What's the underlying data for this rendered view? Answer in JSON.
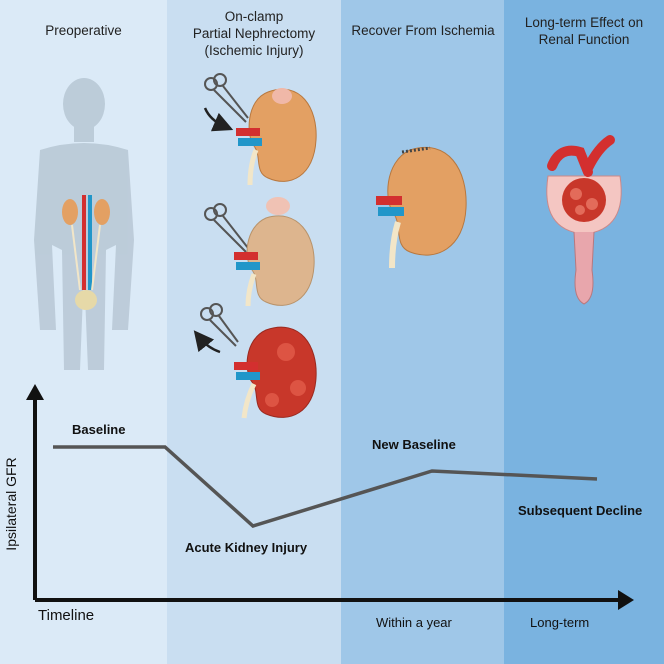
{
  "stages": [
    {
      "lines": [
        "Preoperative"
      ]
    },
    {
      "lines": [
        "On-clamp",
        "Partial Nephrectomy",
        "(Ischemic Injury)"
      ]
    },
    {
      "lines": [
        "Recover From Ischemia"
      ]
    },
    {
      "lines": [
        "Long-term Effect on",
        "Renal Function"
      ]
    }
  ],
  "curve_labels": {
    "baseline": "Baseline",
    "acute": "Acute Kidney Injury",
    "new_baseline": "New Baseline",
    "decline": "Subsequent Decline"
  },
  "axes": {
    "y_label": "Ipsilateral GFR",
    "x_label": "Timeline",
    "tick_year": "Within a year",
    "tick_long": "Long-term"
  },
  "colors": {
    "band_1": "#dbeaf7",
    "band_2": "#c9def1",
    "band_3": "#9fc7e8",
    "band_4": "#7ab3e0",
    "curve": "#555555",
    "kidney": "#e3a063",
    "kidney_injured": "#c8372a",
    "artery": "#d32f2f",
    "vein": "#2196c9"
  },
  "icons": [
    "human-silhouette-icon",
    "scissors-clamp-icon",
    "kidney-icon",
    "nephron-icon"
  ]
}
